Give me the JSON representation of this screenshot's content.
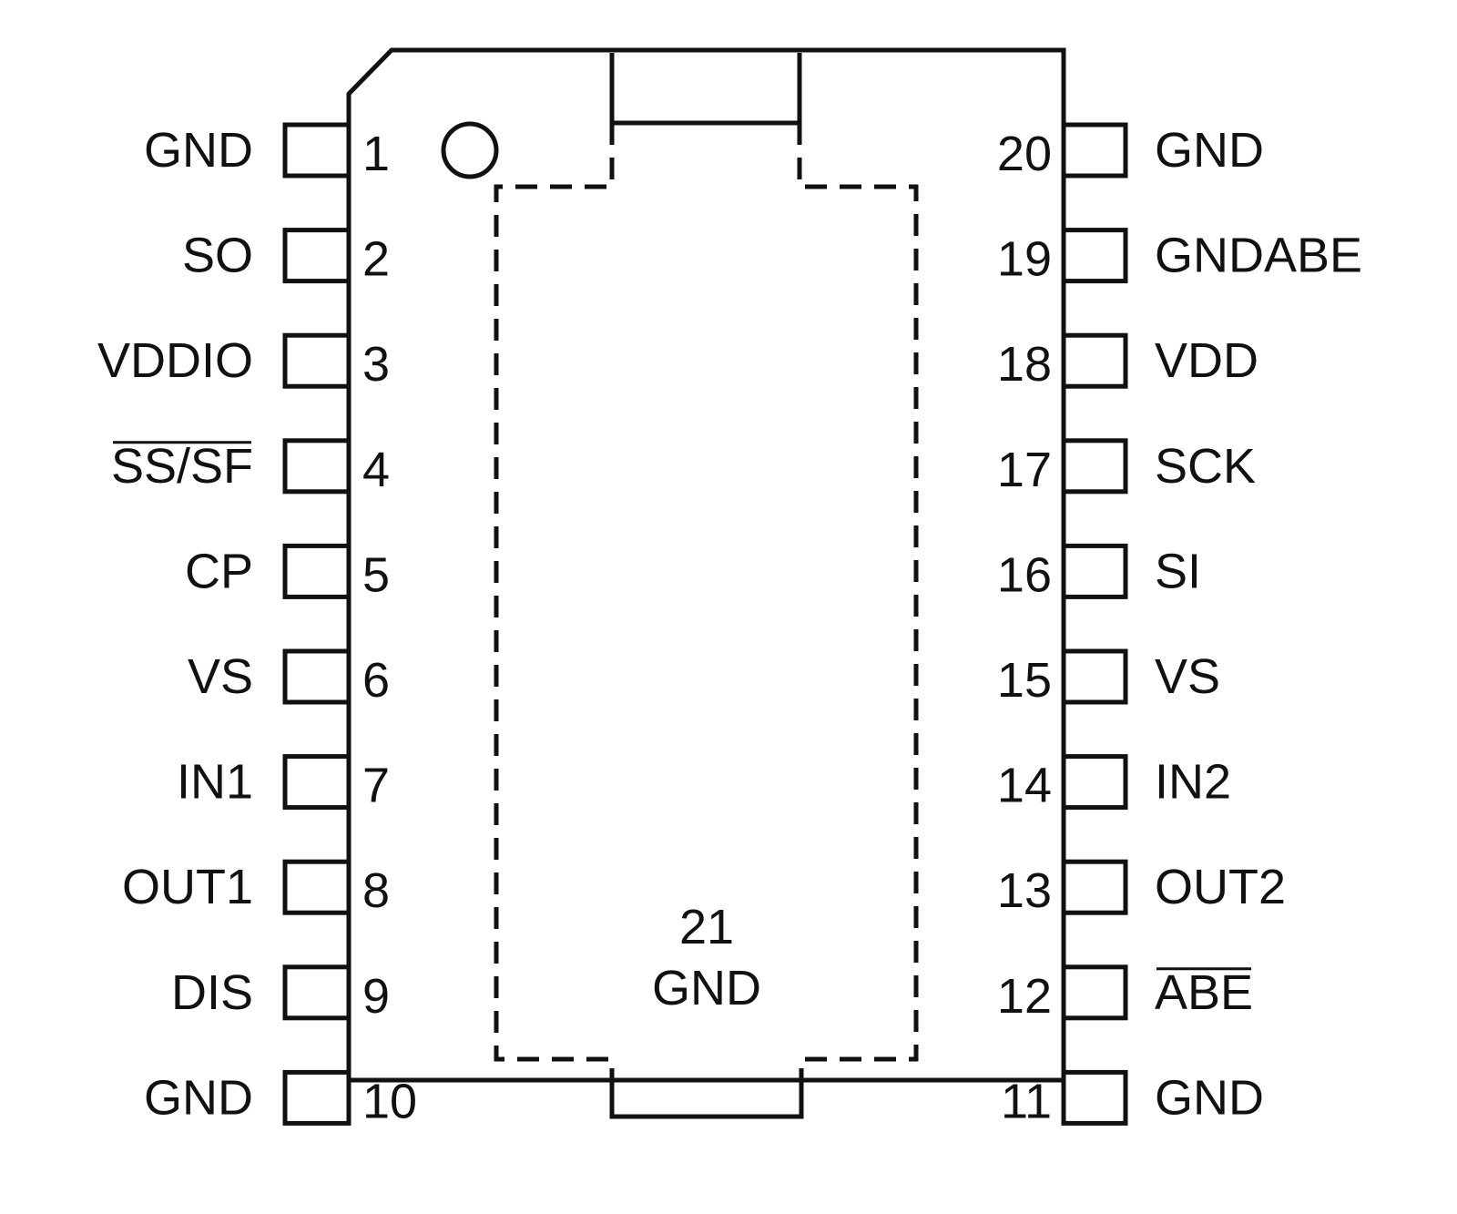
{
  "package": {
    "left_pins": [
      {
        "number": "1",
        "name": "GND",
        "active_low": false
      },
      {
        "number": "2",
        "name": "SO",
        "active_low": false
      },
      {
        "number": "3",
        "name": "VDDIO",
        "active_low": false
      },
      {
        "number": "4",
        "name": "SS/SF",
        "active_low": true
      },
      {
        "number": "5",
        "name": "CP",
        "active_low": false
      },
      {
        "number": "6",
        "name": "VS",
        "active_low": false
      },
      {
        "number": "7",
        "name": "IN1",
        "active_low": false
      },
      {
        "number": "8",
        "name": "OUT1",
        "active_low": false
      },
      {
        "number": "9",
        "name": "DIS",
        "active_low": false
      },
      {
        "number": "10",
        "name": "GND",
        "active_low": false
      }
    ],
    "right_pins": [
      {
        "number": "20",
        "name": "GND",
        "active_low": false
      },
      {
        "number": "19",
        "name": "GNDABE",
        "active_low": false
      },
      {
        "number": "18",
        "name": "VDD",
        "active_low": false
      },
      {
        "number": "17",
        "name": "SCK",
        "active_low": false
      },
      {
        "number": "16",
        "name": "SI",
        "active_low": false
      },
      {
        "number": "15",
        "name": "VS",
        "active_low": false
      },
      {
        "number": "14",
        "name": "IN2",
        "active_low": false
      },
      {
        "number": "13",
        "name": "OUT2",
        "active_low": false
      },
      {
        "number": "12",
        "name": "ABE",
        "active_low": true
      },
      {
        "number": "11",
        "name": "GND",
        "active_low": false
      }
    ],
    "thermal_pad": {
      "number": "21",
      "name": "GND"
    },
    "colors": {
      "line": "#111111",
      "background": "#ffffff"
    }
  }
}
